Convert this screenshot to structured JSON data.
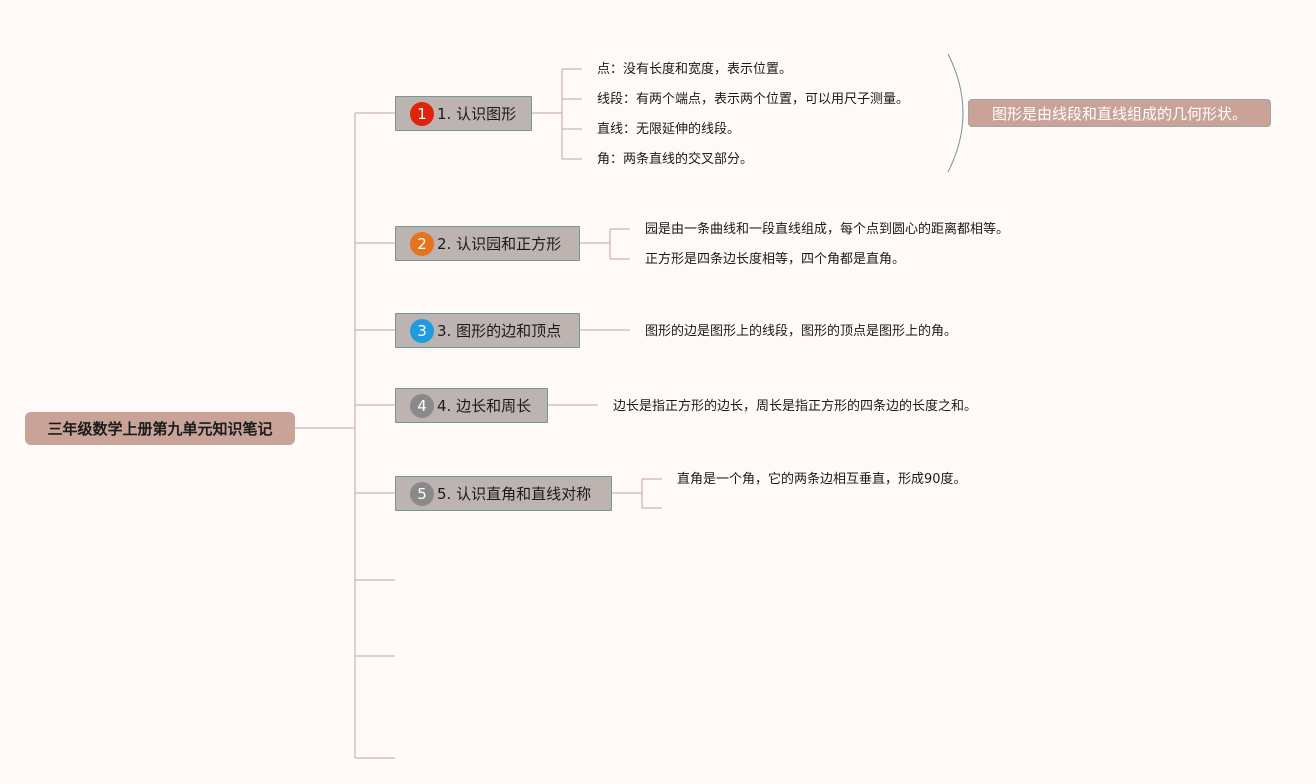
{
  "root": {
    "label": "三年级数学上册第九单元知识笔记"
  },
  "colors": {
    "line": "#c6a49a",
    "topic_bg": "#bdb3b1",
    "topic_border": "#6f9a8d",
    "root_bg": "#c9a298",
    "summary_bg": "#c9a298",
    "bracket": "#6f9a8d"
  },
  "topics": [
    {
      "number": "1",
      "label": "1. 认识图形",
      "badge_color": "#e0240b",
      "items": [
        "点：没有长度和宽度，表示位置。",
        "线段：有两个端点，表示两个位置，可以用尺子测量。",
        "直线：无限延伸的线段。",
        "角：两条直线的交叉部分。"
      ]
    },
    {
      "number": "2",
      "label": "2. 认识园和正方形",
      "badge_color": "#e8731f",
      "items": [
        "园是由一条曲线和一段直线组成，每个点到圆心的距离都相等。",
        "正方形是四条边长度相等，四个角都是直角。"
      ]
    },
    {
      "number": "3",
      "label": "3. 图形的边和顶点",
      "badge_color": "#1f9ce0",
      "items": [
        "图形的边是图形上的线段，图形的顶点是图形上的角。"
      ]
    },
    {
      "number": "4",
      "label": "4. 边长和周长",
      "badge_color": "#8a8a8a",
      "items": [
        "边长是指正方形的边长，周长是指正方形的四条边的长度之和。"
      ]
    },
    {
      "number": "5",
      "label": "5. 认识直角和直线对称",
      "badge_color": "#8a8a8a",
      "items": [
        "直角是一个角，它的两条边相互垂直，形成90度。",
        ""
      ]
    }
  ],
  "summary": {
    "label": "图形是由线段和直线组成的几何形状。"
  }
}
